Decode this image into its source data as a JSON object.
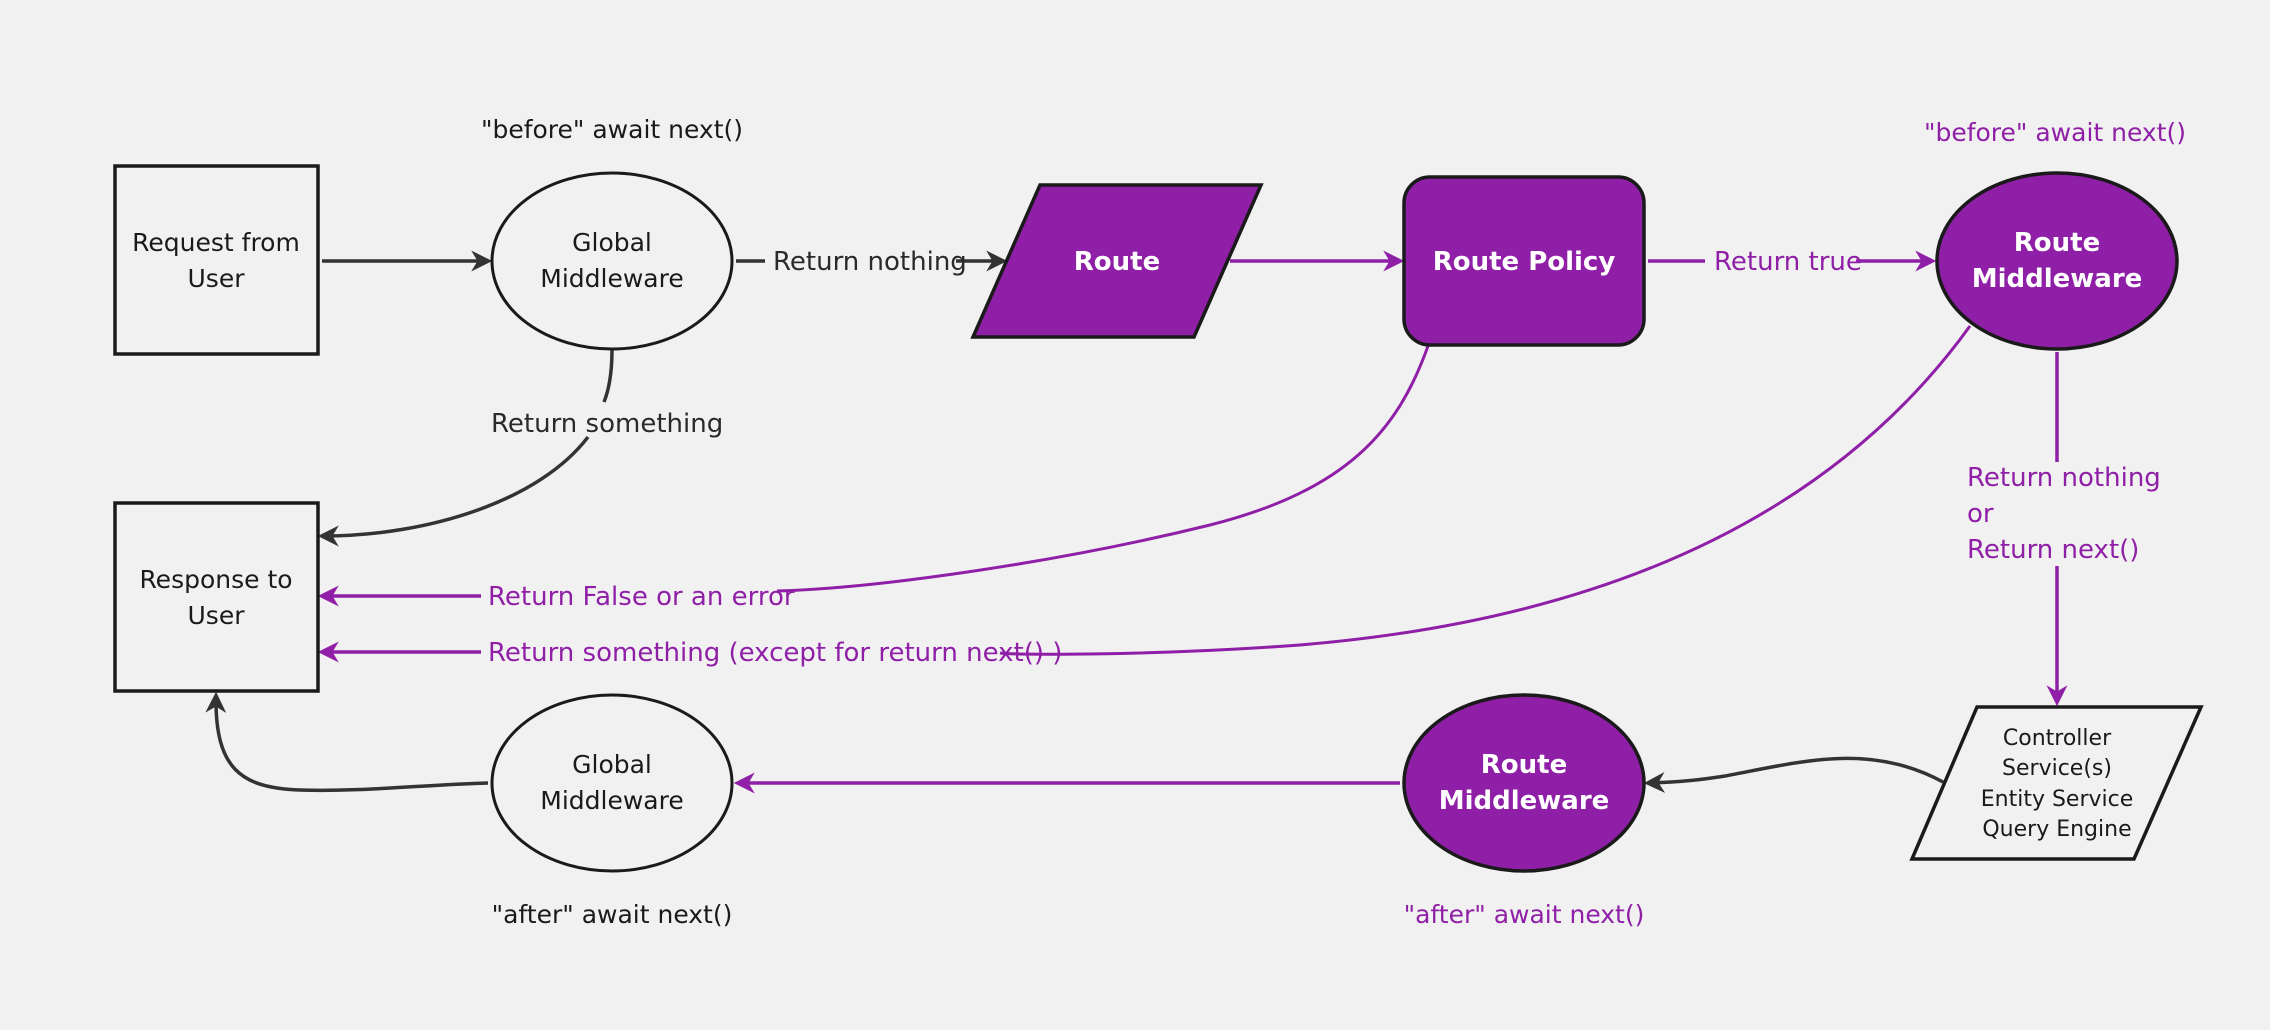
{
  "colors": {
    "purple": "#8e1fa6",
    "dark": "#333333",
    "background": "#f2f1f2"
  },
  "nodes": {
    "request": {
      "line1": "Request from",
      "line2": "User"
    },
    "response": {
      "line1": "Response to",
      "line2": "User"
    },
    "global_mw_top": {
      "line1": "Global",
      "line2": "Middleware"
    },
    "global_mw_bottom": {
      "line1": "Global",
      "line2": "Middleware"
    },
    "route": {
      "label": "Route"
    },
    "route_policy": {
      "label": "Route Policy"
    },
    "route_mw_top": {
      "line1": "Route",
      "line2": "Middleware"
    },
    "route_mw_bottom": {
      "line1": "Route",
      "line2": "Middleware"
    },
    "controller": {
      "line1": "Controller",
      "line2": "Service(s)",
      "line3": "Entity Service",
      "line4": "Query Engine"
    }
  },
  "annotations": {
    "before_global": "\"before\" await next()",
    "before_route": "\"before\" await next()",
    "after_global": "\"after\" await next()",
    "after_route": "\"after\" await next()"
  },
  "edge_labels": {
    "return_nothing": "Return nothing",
    "return_something": "Return something",
    "return_true": "Return true",
    "return_false": "Return False or an error",
    "return_something_except": "Return something (except for return next() )",
    "return_nothing_or_1": "Return nothing",
    "return_nothing_or_2": "or",
    "return_nothing_or_3": "Return next()"
  }
}
